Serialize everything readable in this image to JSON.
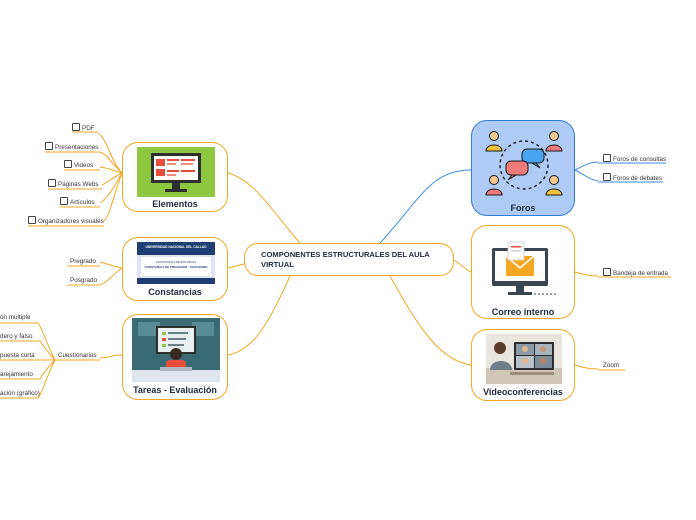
{
  "central": {
    "title": "COMPONENTES ESTRUCTURALES DEL AULA VIRTUAL"
  },
  "nodes": {
    "elementos": {
      "title": "Elementos"
    },
    "constancias": {
      "title": "Constancias",
      "doc_header": "UNIVERSIDAD NACIONAL DEL CALLAO",
      "doc_line1": "CONSTANCIA DE ESTUDIOS",
      "doc_line2": "CONSTANCIA DE PREGRADO - POSGRADO"
    },
    "tareas": {
      "title": "Tareas - Evaluación"
    },
    "foros": {
      "title": "Foros"
    },
    "correo": {
      "title": "Correo interno"
    },
    "video": {
      "title": "Videoconferencias"
    }
  },
  "leaves": {
    "elementos": [
      "PDF",
      "Presentaciones",
      "Videos",
      "Páginas Webs",
      "Artículos",
      "Organizadores visuales"
    ],
    "constancias": [
      "Pregrado",
      "Posgrado"
    ],
    "tareas": [
      "Cuestionarios"
    ],
    "cuestionarios": [
      "ón múltiple",
      "dero y falso",
      "puesta corta",
      "arejamiento",
      "ación (gráfico)"
    ],
    "foros": [
      "Foros de consultas",
      "Foros de debates"
    ],
    "correo": [
      "Bandeja de entrada"
    ],
    "video": [
      "Zoom"
    ]
  },
  "colors": {
    "branch_orange": "#f5a623",
    "branch_blue": "#3a8ee6",
    "foros_fill": "#aecbf5",
    "foros_border": "#2f7de1"
  }
}
